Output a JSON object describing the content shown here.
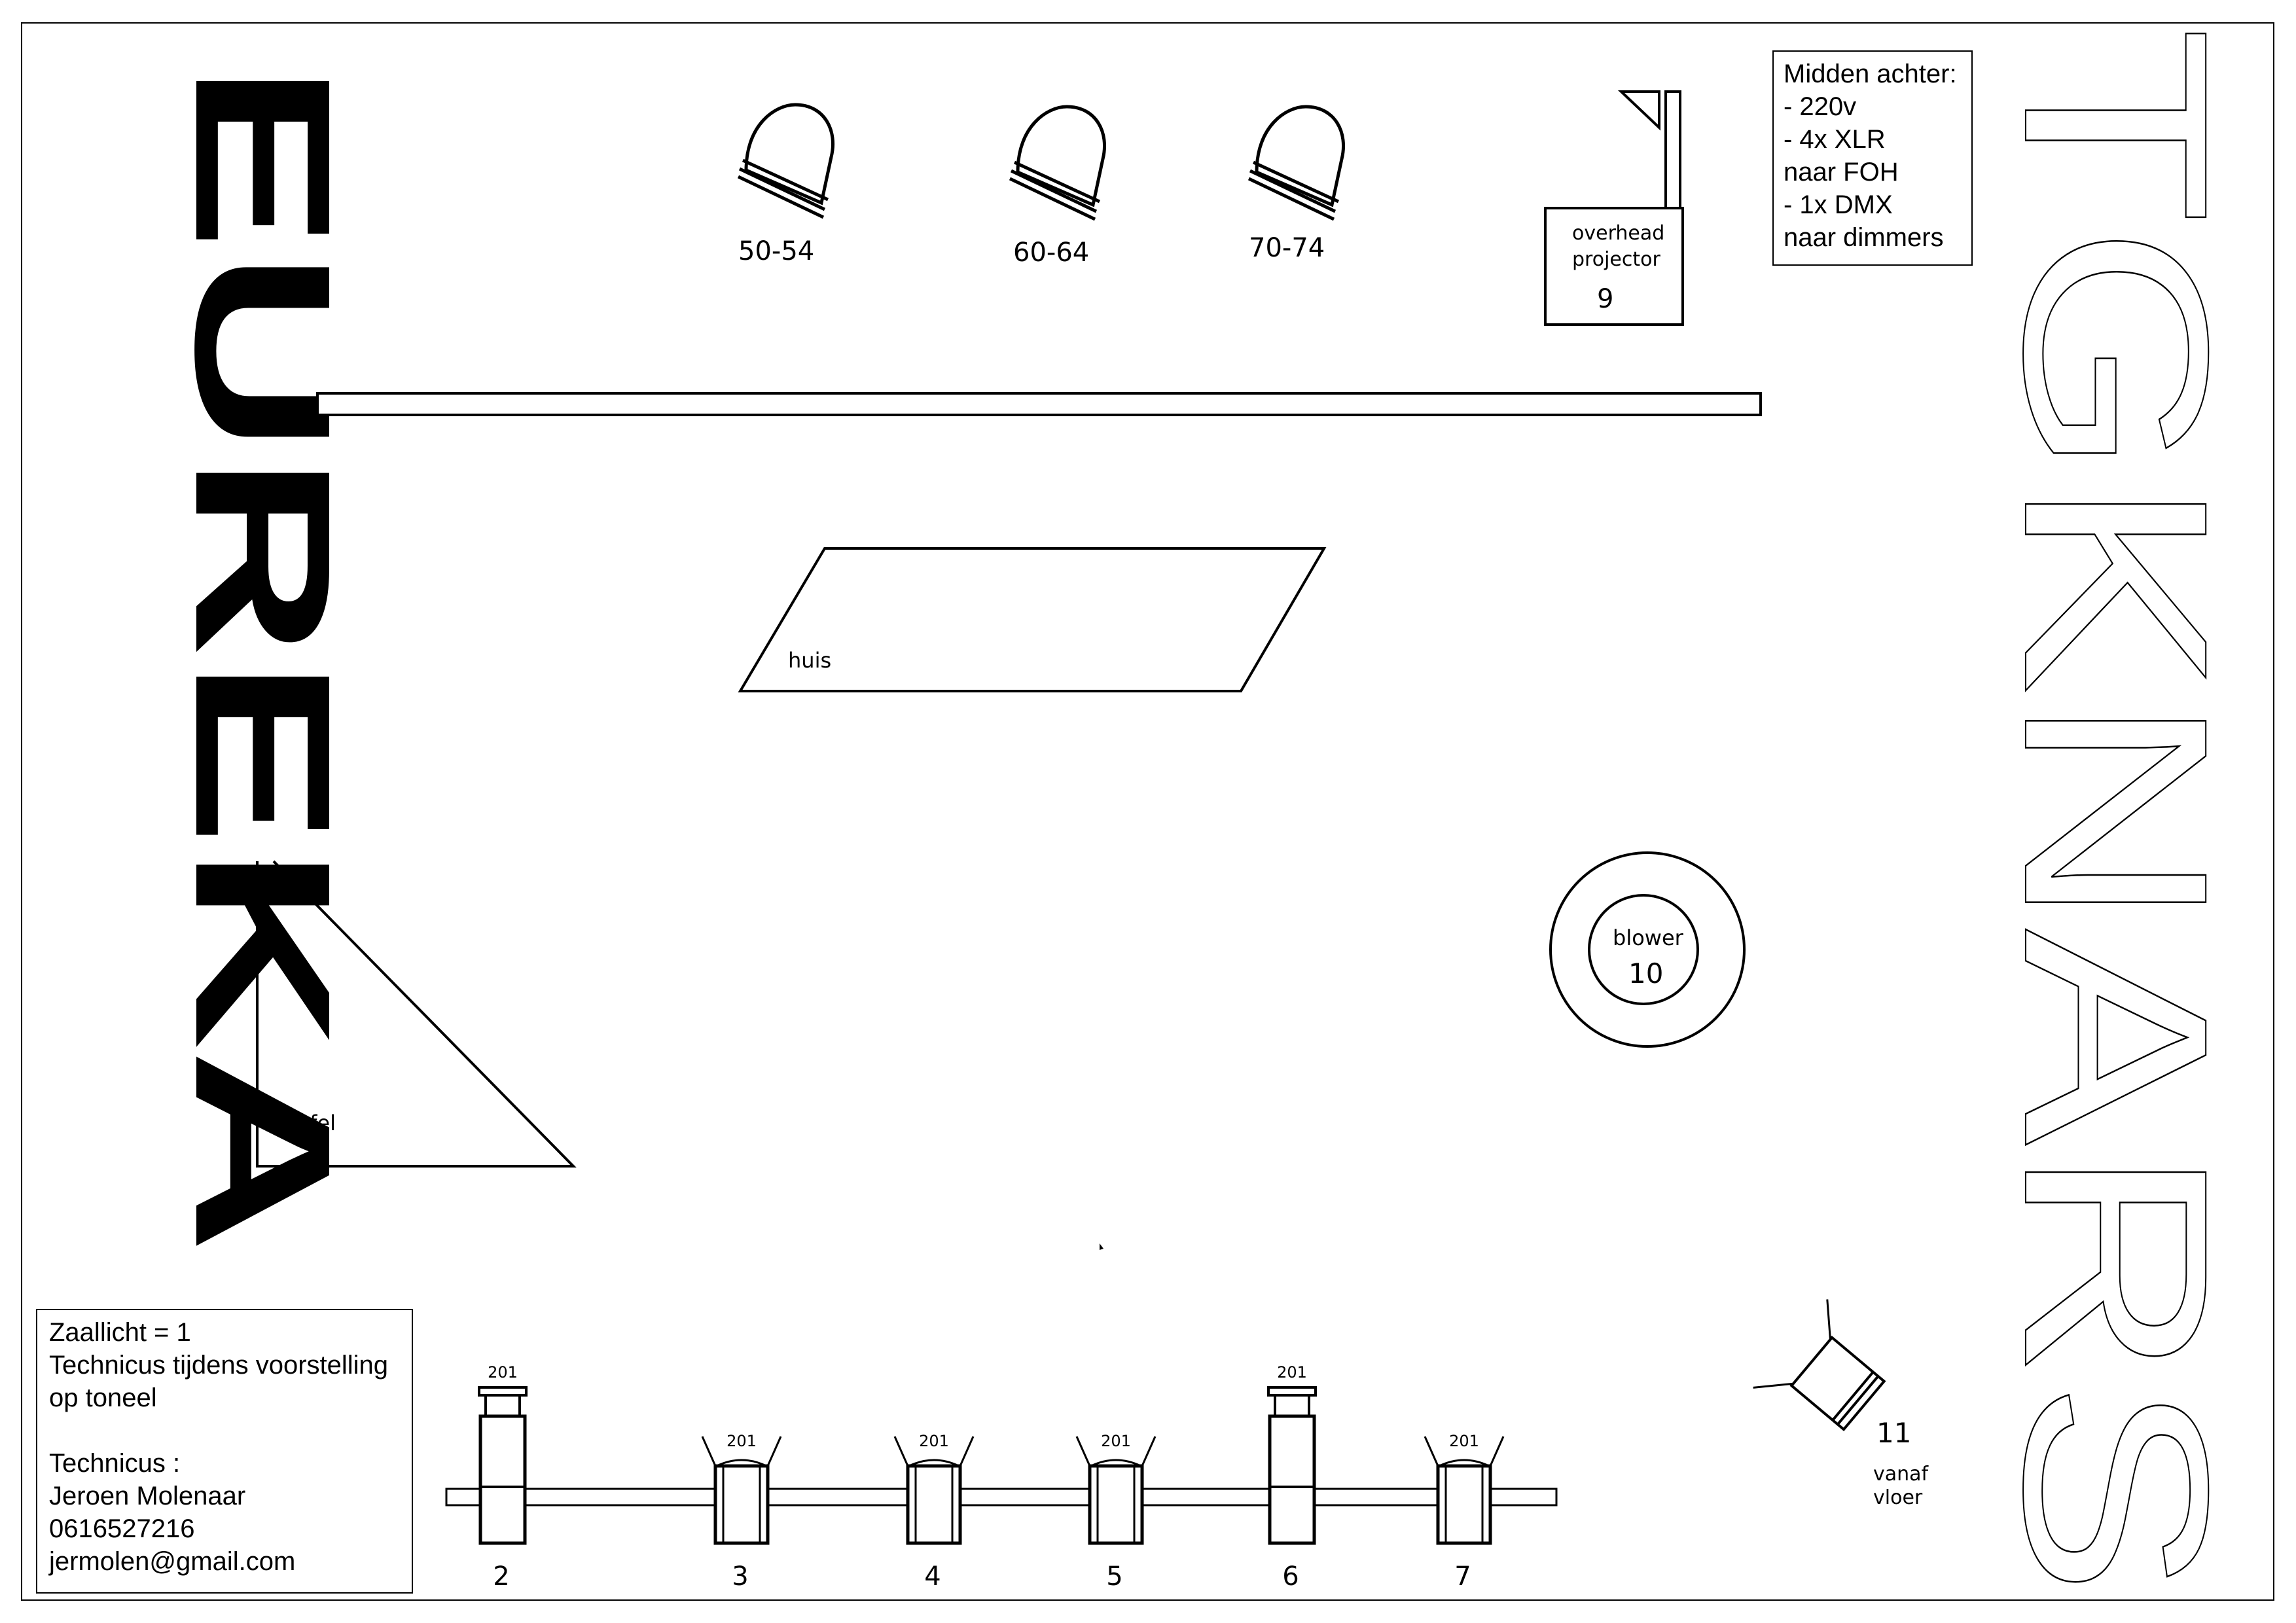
{
  "title_left": "EUREKA",
  "title_right": "TGKNARS",
  "lights_back": [
    {
      "label": "50-54"
    },
    {
      "label": "60-64"
    },
    {
      "label": "70-74"
    }
  ],
  "projector": {
    "line1": "overhead",
    "line2": "projector",
    "number": "9"
  },
  "info_box": {
    "lines": [
      "Midden achter:",
      "- 220v",
      "- 4x XLR",
      "naar FOH",
      "- 1x DMX",
      "naar dimmers"
    ]
  },
  "set_pieces": {
    "huis": "huis",
    "tafel": "tafel"
  },
  "blower": {
    "label": "blower",
    "number": "10"
  },
  "floor_light": {
    "number": "11",
    "note_line1": "vanaf",
    "note_line2": "vloer"
  },
  "front_lights": [
    {
      "number": "2",
      "channel": "201",
      "kind": "profile"
    },
    {
      "number": "3",
      "channel": "201",
      "kind": "fresnel"
    },
    {
      "number": "4",
      "channel": "201",
      "kind": "fresnel"
    },
    {
      "number": "5",
      "channel": "201",
      "kind": "fresnel"
    },
    {
      "number": "6",
      "channel": "201",
      "kind": "profile"
    },
    {
      "number": "7",
      "channel": "201",
      "kind": "fresnel"
    }
  ],
  "legend_box": {
    "lines": [
      "Zaallicht =  1",
      "Technicus tijdens voorstelling",
      "op toneel",
      "",
      "Technicus :",
      "Jeroen Molenaar",
      "0616527216",
      "jermolen@gmail.com"
    ]
  }
}
